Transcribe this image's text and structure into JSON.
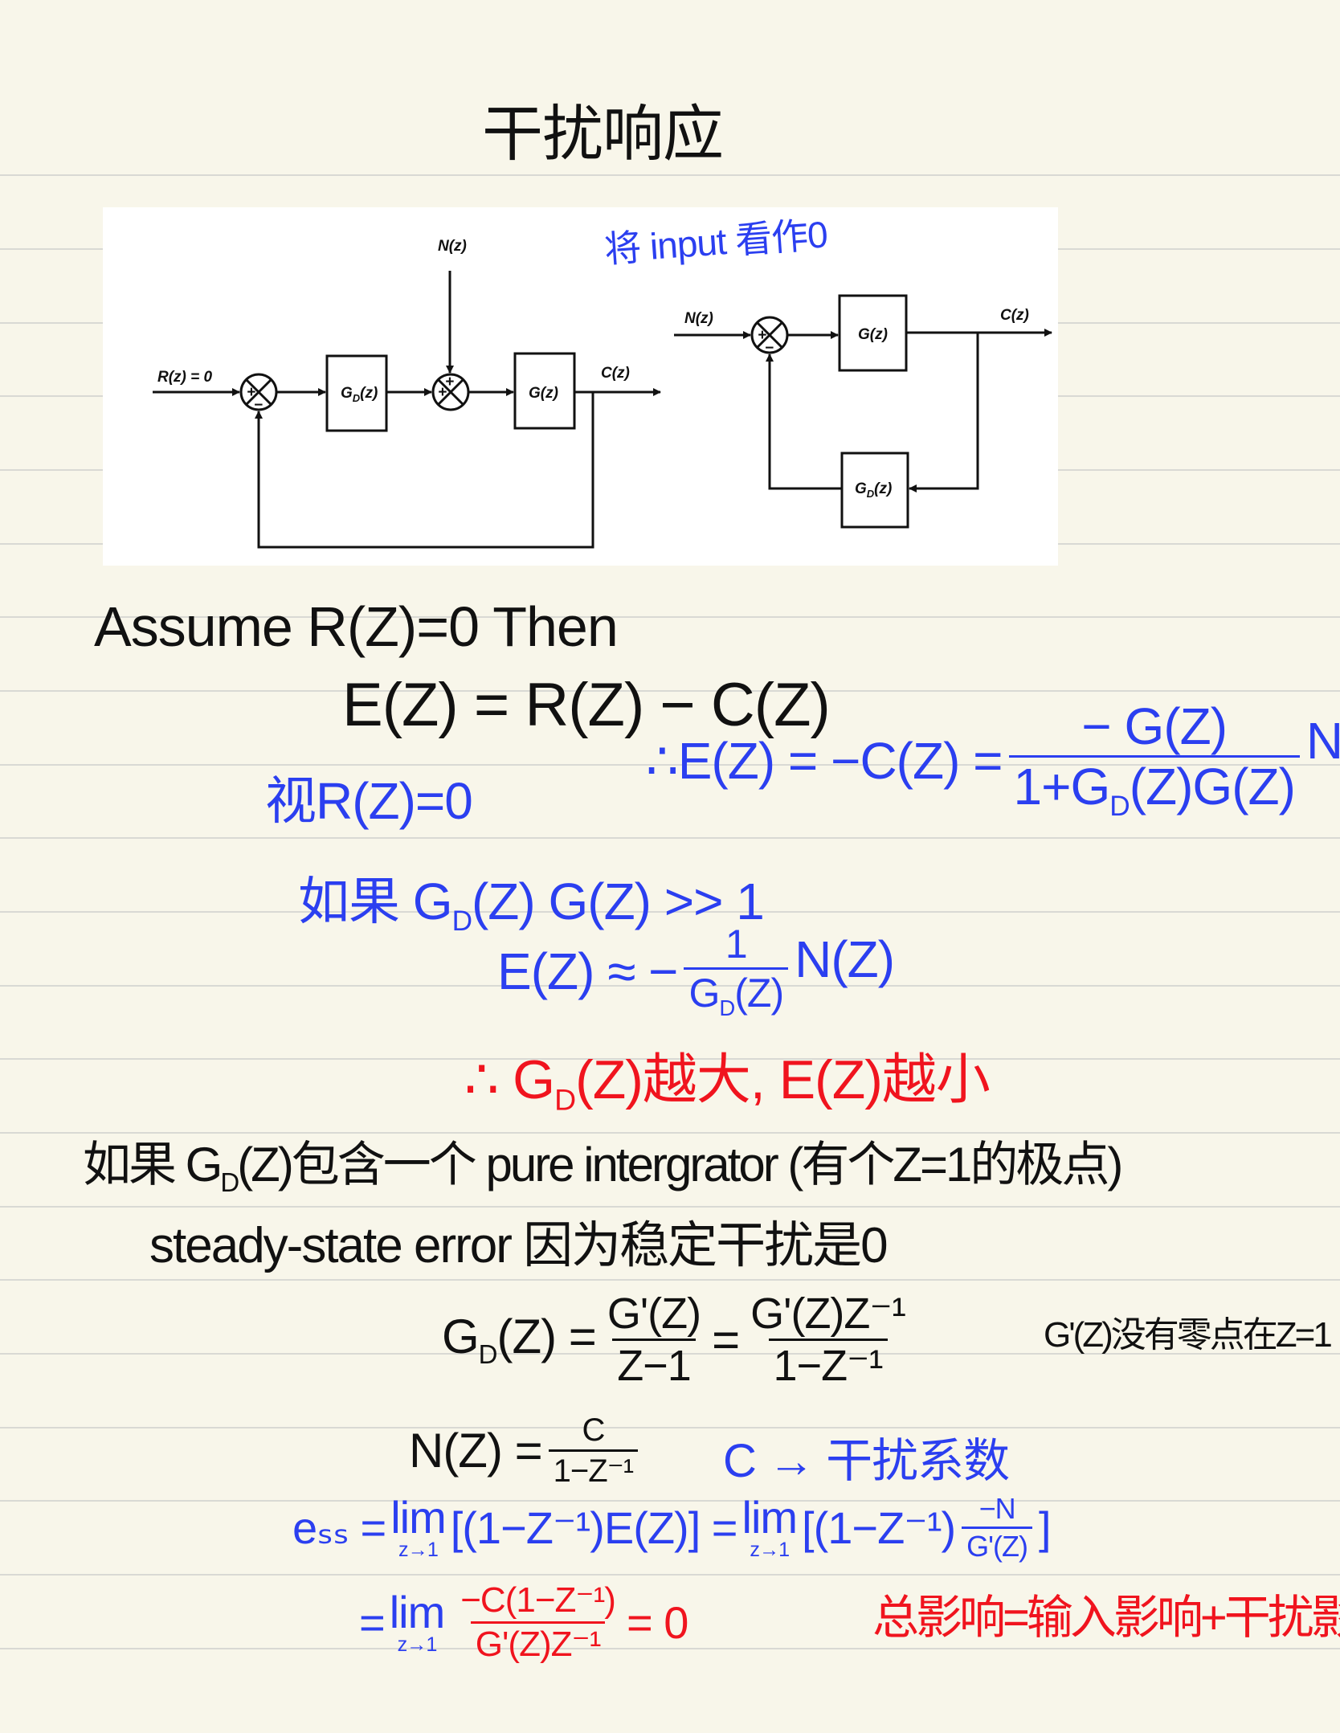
{
  "title": "干扰响应",
  "diagram": {
    "note": "将 input 看作0",
    "left": {
      "input_label": "R(z) = 0",
      "noise_label": "N(z)",
      "controller_label": "G",
      "controller_sub": "D",
      "controller_arg": "(z)",
      "plant_label": "G(z)",
      "output_label": "C(z)",
      "plus": "+",
      "minus": "−"
    },
    "right": {
      "input_label": "N(z)",
      "plant_label": "G(z)",
      "output_label": "C(z)",
      "feedback_label": "G",
      "feedback_sub": "D",
      "feedback_arg": "(z)",
      "plus": "+",
      "minus": "−"
    }
  },
  "notes": {
    "line1": "Assume   R(Z)=0   Then",
    "line2": "E(Z) = R(Z) − C(Z)",
    "line3_left": "视R(Z)=0",
    "line3_mid": "∴E(Z) = −C(Z) =",
    "line3_num": "− G(Z)",
    "line3_den_a": "1+G",
    "line3_den_sub": "D",
    "line3_den_b": "(Z)G(Z)",
    "line3_tail": "N(Z)",
    "line4_a": "如果 G",
    "line4_sub": "D",
    "line4_b": "(Z) G(Z) >> 1",
    "line5_a": "E(Z) ≈ −",
    "line5_num": "1",
    "line5_den_a": "G",
    "line5_den_sub": "D",
    "line5_den_b": "(Z)",
    "line5_tail": "N(Z)",
    "line6_a": "∴  G",
    "line6_sub": "D",
    "line6_b": "(Z)越大, E(Z)越小",
    "line7_a": "如果 G",
    "line7_sub": "D",
    "line7_b": "(Z)包含一个 pure intergrator (有个Z=1的极点)",
    "line8": "steady-state   error 因为稳定干扰是0",
    "line9_lhs_a": "G",
    "line9_lhs_sub": "D",
    "line9_lhs_b": "(Z) =",
    "line9_num1": "G'(Z)",
    "line9_den1": "Z−1",
    "line9_eq": "=",
    "line9_num2": "G'(Z)Z⁻¹",
    "line9_den2": "1−Z⁻¹",
    "line9_note": "G'(Z)没有零点在Z=1",
    "line10_lhs": "N(Z) =",
    "line10_num": "C",
    "line10_den": "1−Z⁻¹",
    "line10_note": "C → 干扰系数",
    "line11_lhs": "eₛₛ =",
    "line11_lim1": "lim",
    "line11_lim1_sub": "z→1",
    "line11_mid": "[(1−Z⁻¹)E(Z)] =",
    "line11_lim2": "lim",
    "line11_lim2_sub": "z→1",
    "line11_b": "[(1−Z⁻¹)",
    "line11_num": "−N",
    "line11_den": "G'(Z)",
    "line11_close": "]",
    "line12_eq": "=",
    "line12_lim": "lim",
    "line12_lim_sub": "z→1",
    "line12_num": "−C(1−Z⁻¹)",
    "line12_den": "G'(Z)Z⁻¹",
    "line12_result": "= 0",
    "line12_note": "总影响=输入影响+干扰影响"
  },
  "colors": {
    "paper": "#f8f6ea",
    "rule": "#d9d9d4",
    "ink": "#111111",
    "blue_ink": "#2b3ff0",
    "red_ink": "#f0141e"
  }
}
